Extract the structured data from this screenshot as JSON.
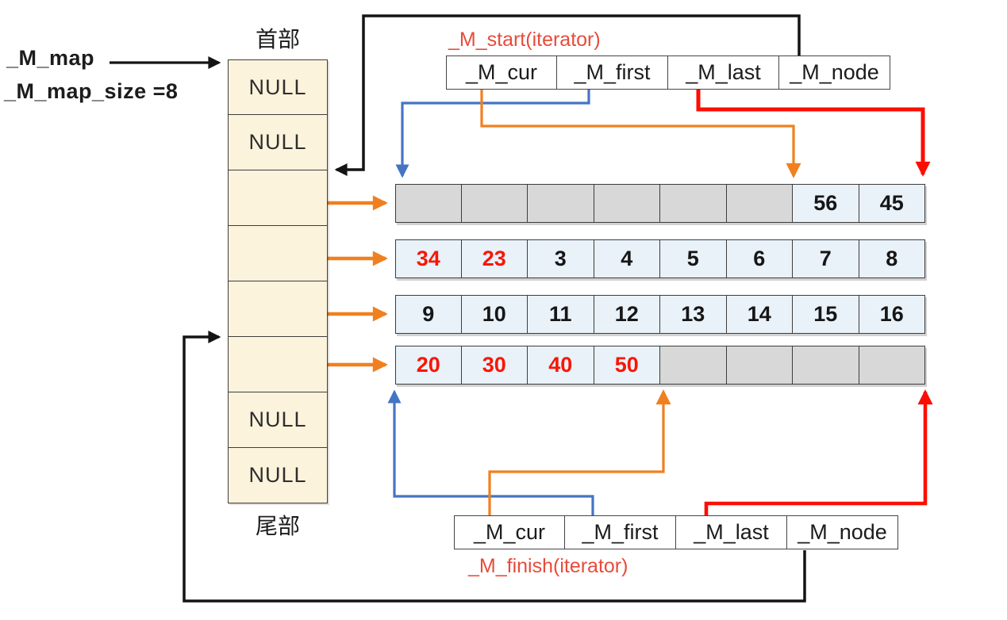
{
  "colors": {
    "black": "#141414",
    "orange": "#f0801f",
    "blue": "#4574c4",
    "red": "#fb0e02",
    "label_red": "#e84b3a",
    "number_red": "#f81606",
    "map_cell_bg": "#fcf3dc",
    "data_cell_bg": "#e9f1f9",
    "empty_cell_bg": "#d8d8d8",
    "cell_border": "#3d3d3d"
  },
  "left_labels": {
    "m_map": "_M_map",
    "m_map_size": "_M_map_size =8"
  },
  "map_column": {
    "head_label": "首部",
    "tail_label": "尾部",
    "cells": [
      {
        "text": "NULL"
      },
      {
        "text": "NULL"
      },
      {
        "text": ""
      },
      {
        "text": ""
      },
      {
        "text": ""
      },
      {
        "text": ""
      },
      {
        "text": "NULL"
      },
      {
        "text": "NULL"
      }
    ]
  },
  "start_iterator": {
    "label": "_M_start(iterator)",
    "fields": [
      "_M_cur",
      "_M_first",
      "_M_last",
      "_M_node"
    ]
  },
  "finish_iterator": {
    "label": "_M_finish(iterator)",
    "fields": [
      "_M_cur",
      "_M_first",
      "_M_last",
      "_M_node"
    ]
  },
  "buffers": [
    {
      "cells": [
        {
          "text": "",
          "empty": true
        },
        {
          "text": "",
          "empty": true
        },
        {
          "text": "",
          "empty": true
        },
        {
          "text": "",
          "empty": true
        },
        {
          "text": "",
          "empty": true
        },
        {
          "text": "",
          "empty": true
        },
        {
          "text": "56"
        },
        {
          "text": "45"
        }
      ]
    },
    {
      "cells": [
        {
          "text": "34",
          "red": true
        },
        {
          "text": "23",
          "red": true
        },
        {
          "text": "3"
        },
        {
          "text": "4"
        },
        {
          "text": "5"
        },
        {
          "text": "6"
        },
        {
          "text": "7"
        },
        {
          "text": "8"
        }
      ]
    },
    {
      "cells": [
        {
          "text": "9"
        },
        {
          "text": "10"
        },
        {
          "text": "11"
        },
        {
          "text": "12"
        },
        {
          "text": "13"
        },
        {
          "text": "14"
        },
        {
          "text": "15"
        },
        {
          "text": "16"
        }
      ]
    },
    {
      "cells": [
        {
          "text": "20",
          "red": true
        },
        {
          "text": "30",
          "red": true
        },
        {
          "text": "40",
          "red": true
        },
        {
          "text": "50",
          "red": true
        },
        {
          "text": "",
          "empty": true
        },
        {
          "text": "",
          "empty": true
        },
        {
          "text": "",
          "empty": true
        },
        {
          "text": "",
          "empty": true
        }
      ]
    }
  ]
}
